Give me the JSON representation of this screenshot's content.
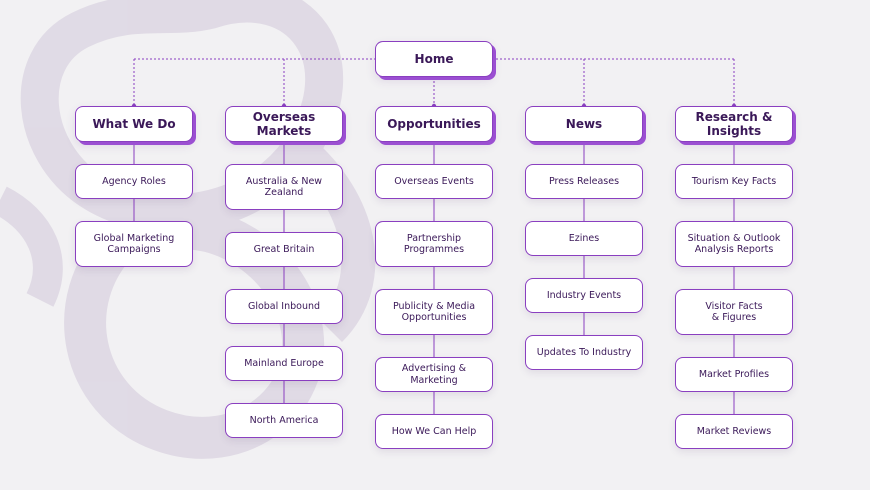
{
  "colors": {
    "accent": "#8a3fc0",
    "text": "#3a1858",
    "background": "#f2f1f3",
    "decor": "#ddd7e3"
  },
  "root": {
    "label": "Home"
  },
  "sections": [
    {
      "title": "What We Do",
      "items": [
        "Agency Roles",
        "Global Marketing Campaigns"
      ]
    },
    {
      "title": "Overseas Markets",
      "items": [
        "Australia & New Zealand",
        "Great Britain",
        "Global Inbound",
        "Mainland Europe",
        "North America"
      ]
    },
    {
      "title": "Opportunities",
      "items": [
        "Overseas Events",
        "Partnership Programmes",
        "Publicity & Media Opportunities",
        "Advertising & Marketing",
        "How We Can Help"
      ]
    },
    {
      "title": "News",
      "items": [
        "Press Releases",
        "Ezines",
        "Industry Events",
        "Updates To Industry"
      ]
    },
    {
      "title": "Research & Insights",
      "items": [
        "Tourism Key Facts",
        "Situation & Outlook Analysis Reports",
        "Visitor Facts & Figures",
        "Market Profiles",
        "Market Reviews"
      ]
    }
  ]
}
